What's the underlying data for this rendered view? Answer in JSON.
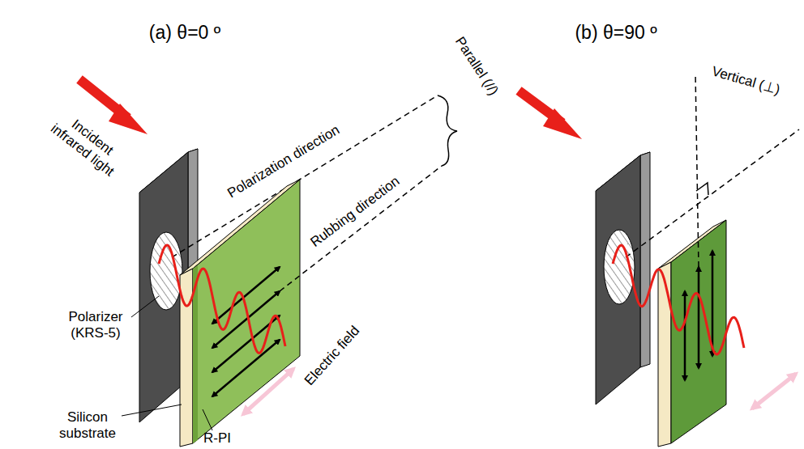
{
  "diagram": {
    "labels": [
      "(a) θ=0 º",
      "(b) θ=90 º",
      "Polarization direction",
      "Parallel (//)",
      "Rubbing direction",
      "Incident infrared light",
      "Polarizer (KRS-5)",
      "Electric field",
      "Silicon substrate",
      "R-PI",
      "Vertical (⊥)"
    ]
  }
}
